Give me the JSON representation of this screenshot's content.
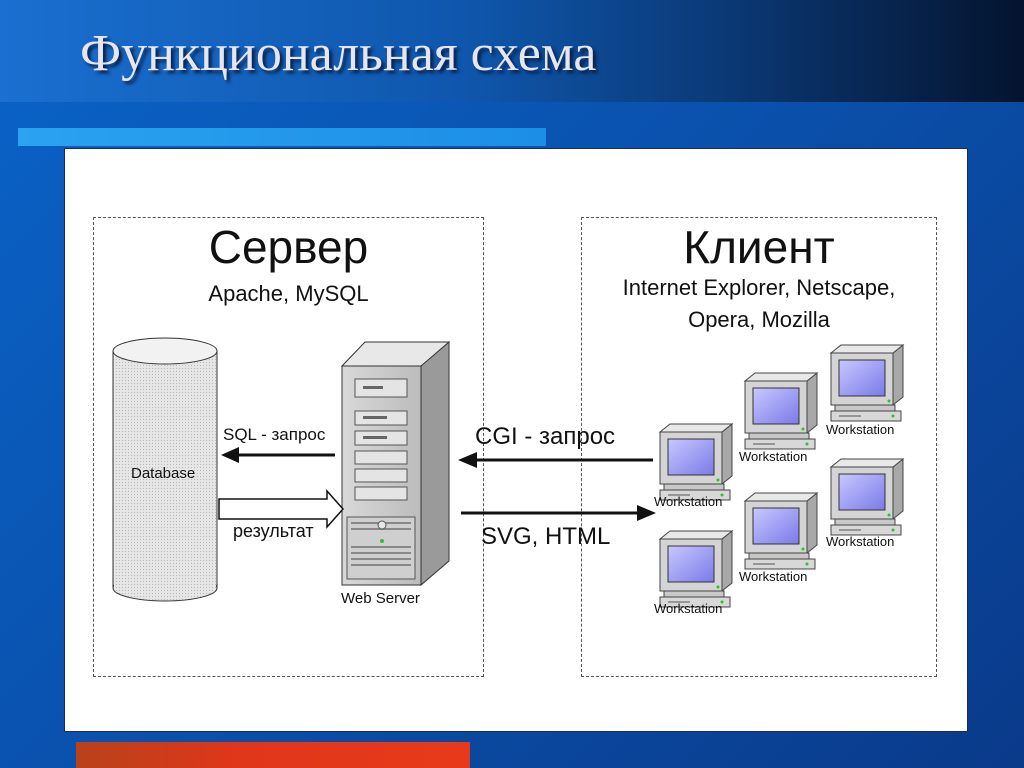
{
  "slide": {
    "title": "Функциональная схема"
  },
  "server": {
    "title": "Сервер",
    "subtitle": "Apache, MySQL",
    "database_label": "Database",
    "web_server_label": "Web Server",
    "sql_request_label": "SQL - запрос",
    "result_label": "результат"
  },
  "client": {
    "title": "Клиент",
    "subtitle_line1": "Internet Explorer, Netscape,",
    "subtitle_line2": "Opera, Mozilla",
    "workstations": [
      {
        "label": "Workstation"
      },
      {
        "label": "Workstation"
      },
      {
        "label": "Workstation"
      },
      {
        "label": "Workstation"
      },
      {
        "label": "Workstation"
      },
      {
        "label": "Workstation"
      }
    ]
  },
  "links": {
    "cgi_request_label": "CGI - запрос",
    "response_label": "SVG, HTML"
  },
  "colors": {
    "background": "#0a4ea8",
    "accent_top": "#1c8ee6",
    "accent_bottom": "#e0361a",
    "panel": "#ffffff",
    "screen": "#8c8cf0"
  }
}
